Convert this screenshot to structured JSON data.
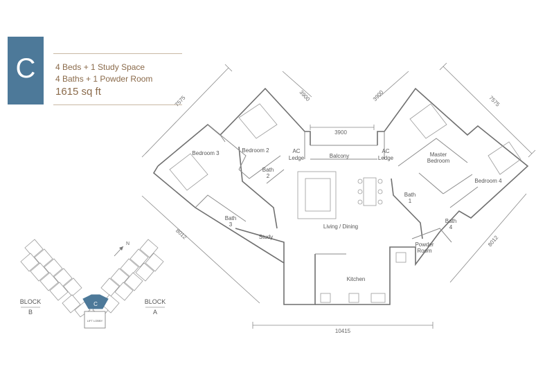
{
  "unit": {
    "letter": "C",
    "line1": "4 Beds + 1 Study Space",
    "line2": "4 Baths + 1 Powder Room",
    "area": "1615 sq ft"
  },
  "rooms": {
    "bedroom3": "Bedroom 3",
    "bedroom2": "Bedroom 2",
    "ac_ledge_left": [
      "AC",
      "Ledge"
    ],
    "balcony": "Balcony",
    "ac_ledge_right": [
      "AC",
      "Ledge"
    ],
    "master": [
      "Master",
      "Bedroom"
    ],
    "bedroom4": "Bedroom 4",
    "bath2": [
      "Bath",
      "2"
    ],
    "bath1": [
      "Bath",
      "1"
    ],
    "bath3": [
      "Bath",
      "3"
    ],
    "bath4": [
      "Bath",
      "4"
    ],
    "living": "Living / Dining",
    "study": "Study",
    "powder": [
      "Powder",
      "Room"
    ],
    "kitchen": "Kitchen"
  },
  "dimensions": {
    "left_wing_width": "7575",
    "left_top": "3900",
    "balcony_width": "3900",
    "right_top": "3900",
    "right_wing_width": "7575",
    "left_depth": "8012",
    "right_depth": "8012",
    "overall_width": "10415"
  },
  "key_plan": {
    "block_b": [
      "BLOCK",
      "B"
    ],
    "block_a": [
      "BLOCK",
      "A"
    ],
    "unit": "C",
    "lift_lobby": "LIFT LOBBY",
    "north": "N"
  }
}
